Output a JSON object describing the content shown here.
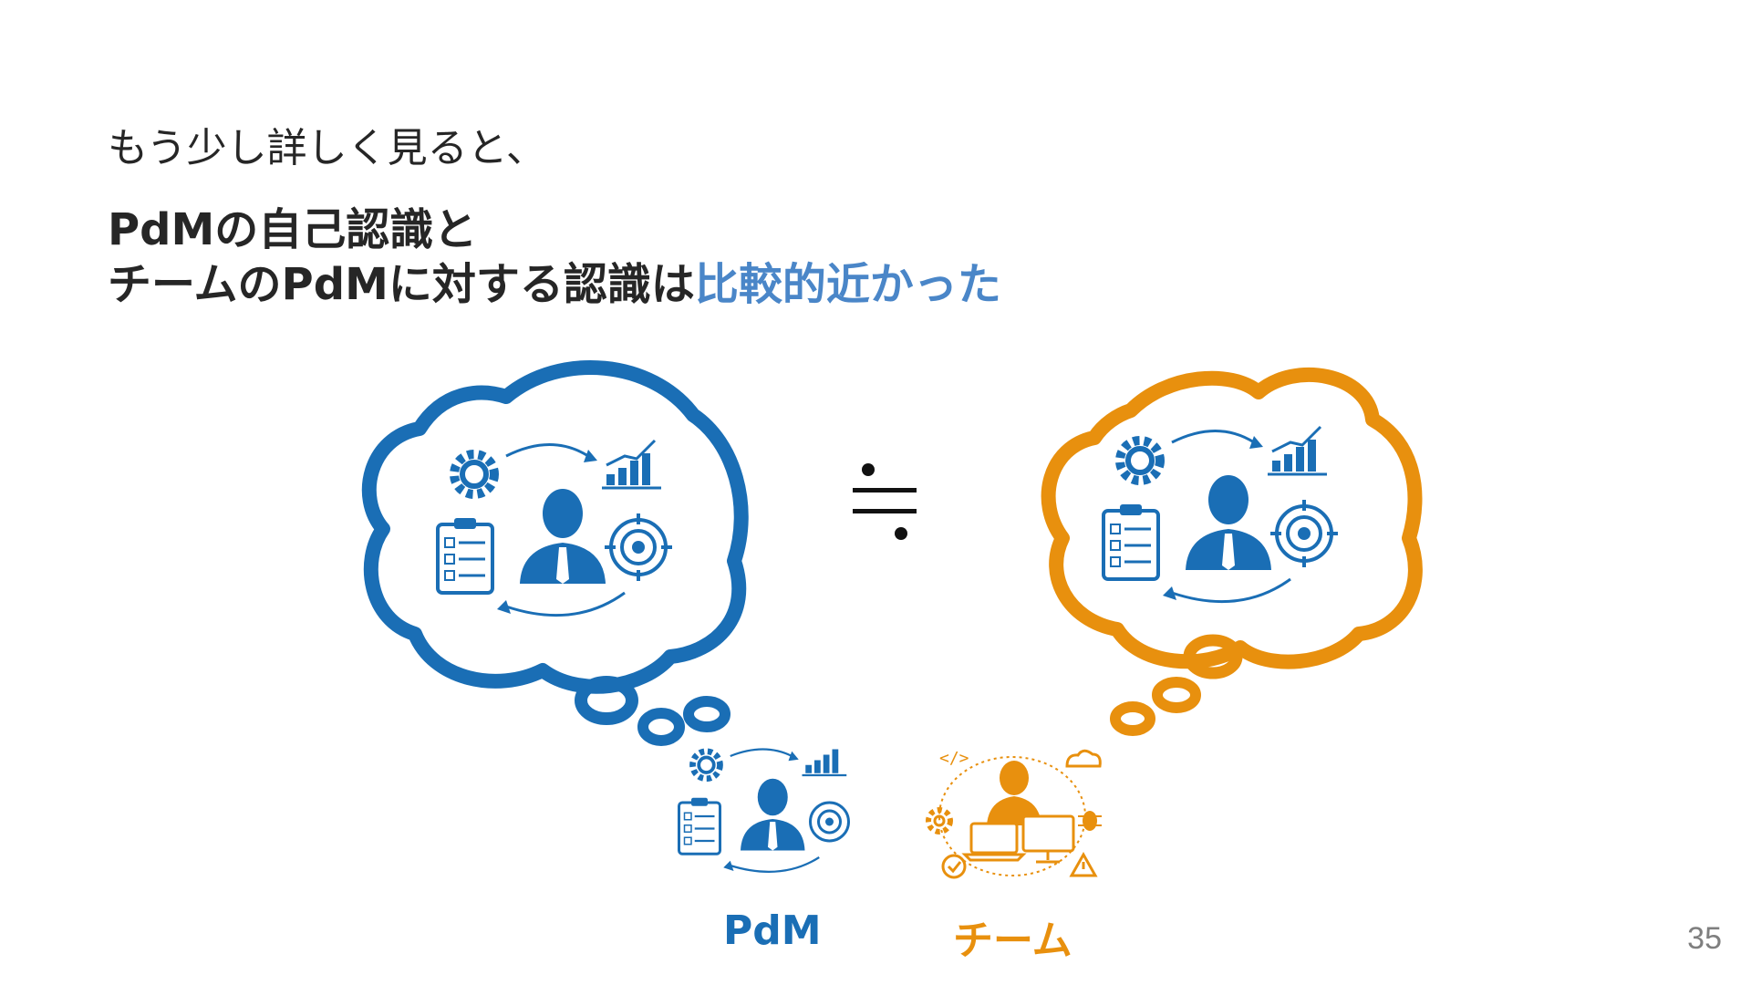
{
  "slide": {
    "subtitle": "もう少し詳しく見ると、",
    "headline_line1": "PdMの自己認識と",
    "headline_line2_plain": "チームのPdMに対する認識は",
    "headline_line2_accent": "比較的近かった",
    "approx_symbol_name": "approximately-equal-symbol",
    "label_pdm": "PdM",
    "label_team": "チーム",
    "page_number": "35"
  },
  "icons": {
    "left_cloud": "pdm-thought-cloud",
    "right_cloud": "team-thought-cloud",
    "pdm_person": "pdm-person-icon",
    "team_person": "team-developer-icon"
  },
  "colors": {
    "blue": "#1a6eb5",
    "orange": "#e8900e",
    "accent_blue": "#4a86c8",
    "text_dark": "#262626"
  }
}
